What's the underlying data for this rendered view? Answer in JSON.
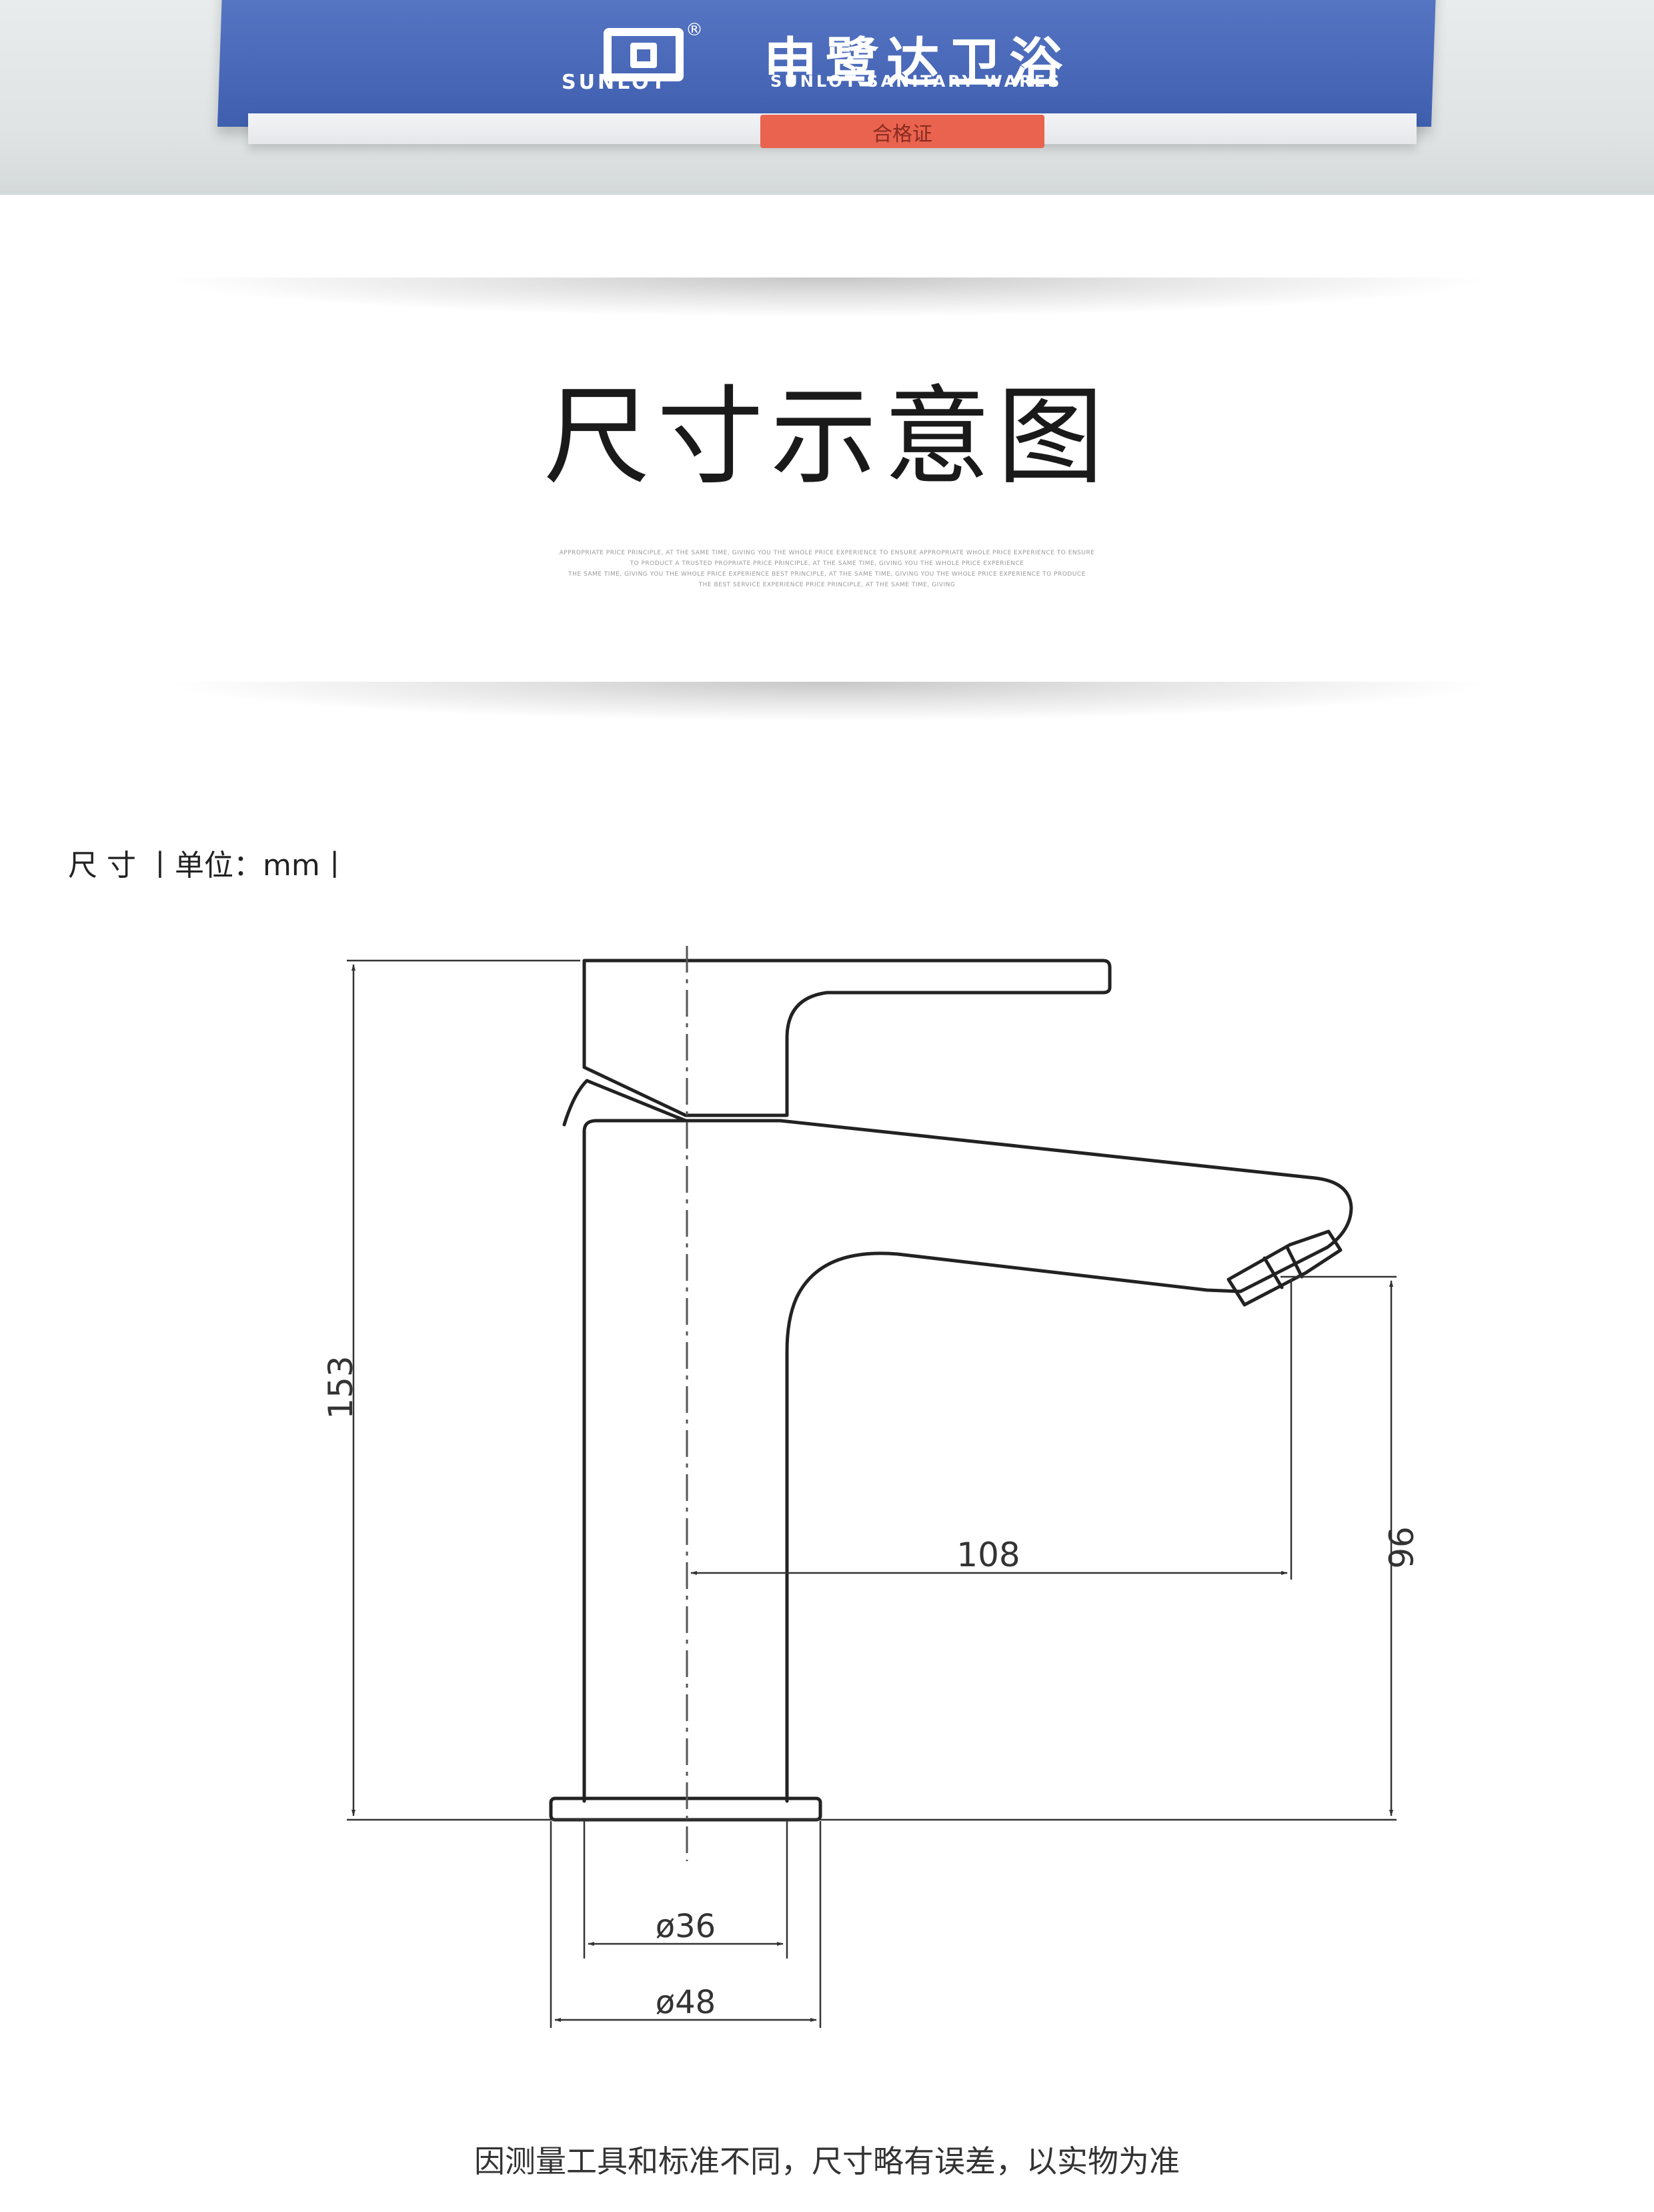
{
  "hero": {
    "brand_cn": "申鹭达卫浴",
    "brand_en": "SUNLOT",
    "brand_tagline": "SUNLOT SANITARY WARES",
    "reg_mark": "®",
    "label": "合格证"
  },
  "section": {
    "title": "尺寸示意图",
    "fineprint": [
      "APPROPRIATE PRICE PRINCIPLE, AT THE SAME TIME, GIVING YOU THE WHOLE PRICE EXPERIENCE TO ENSURE APPROPRIATE WHOLE PRICE EXPERIENCE TO ENSURE",
      "TO PRODUCT A TRUSTED PROPRIATE PRICE PRINCIPLE, AT THE SAME TIME, GIVING YOU THE WHOLE PRICE EXPERIENCE",
      "THE SAME TIME, GIVING YOU THE WHOLE PRICE EXPERIENCE BEST PRINCIPLE, AT THE SAME TIME, GIVING YOU THE WHOLE PRICE EXPERIENCE TO PRODUCE",
      "THE BEST SERVICE EXPERIENCE PRICE PRINCIPLE, AT THE SAME TIME, GIVING"
    ]
  },
  "dimension": {
    "caption": "尺  寸  丨单位：mm丨",
    "values": {
      "height_total": "153",
      "spout_reach": "108",
      "spout_height": "96",
      "inner_diameter": "ø36",
      "base_diameter": "ø48"
    }
  },
  "footer": {
    "note": "因测量工具和标准不同，尺寸略有误差，以实物为准"
  },
  "colors": {
    "line": "#222222",
    "box_blue": "#4a69b9",
    "label_red": "#e9634f"
  }
}
